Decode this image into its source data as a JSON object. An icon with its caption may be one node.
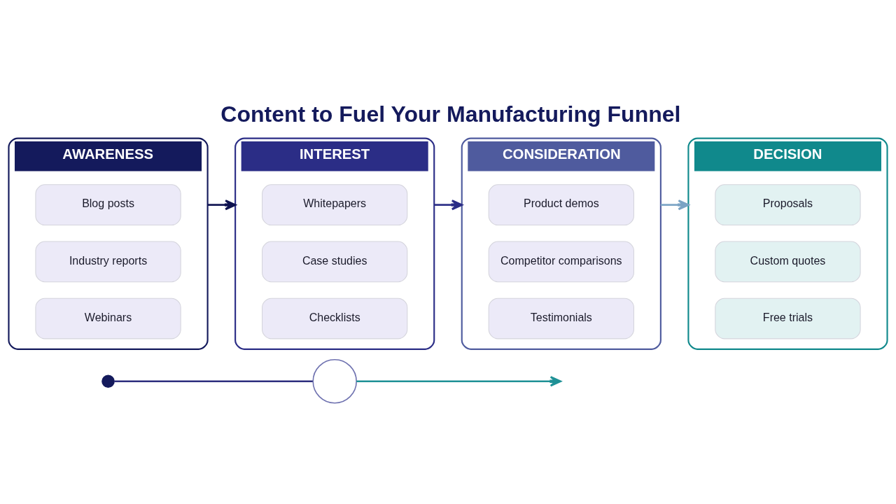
{
  "diagram": {
    "title": "Content to Fuel Your Manufacturing Funnel",
    "nodes": [
      {
        "text": [
          "AWARENESS"
        ]
      },
      {
        "text": [
          "Blog posts"
        ],
        "in": 0
      },
      {
        "text": [
          "Industry reports"
        ],
        "in": 0
      },
      {
        "text": [
          "Webinars"
        ],
        "in": 0
      },
      {
        "text": [
          "INTEREST"
        ]
      },
      {
        "text": [
          "Whitepapers"
        ],
        "in": 4
      },
      {
        "text": [
          "Case studies"
        ],
        "in": 4
      },
      {
        "text": [
          "Checklists"
        ],
        "in": 4
      },
      {
        "text": [
          "CONSIDERATION"
        ]
      },
      {
        "text": [
          "Product demos"
        ],
        "in": 8
      },
      {
        "text": [
          "Competitor comparisons"
        ],
        "in": 8
      },
      {
        "text": [
          "Testimonials"
        ],
        "in": 8
      },
      {
        "text": [
          "DECISION"
        ]
      },
      {
        "text": [
          "Proposals"
        ],
        "in": 12
      },
      {
        "text": [
          "Custom quotes"
        ],
        "in": 12
      },
      {
        "text": [
          "Free trials"
        ],
        "in": 12
      },
      {
        "text": [],
        "shape": "circle"
      },
      {
        "text": [],
        "shape": "circle"
      }
    ],
    "edges": [
      {
        "from": 0,
        "to": 4,
        "arrow": "to",
        "color": "#0e1250"
      },
      {
        "from": 4,
        "to": 8,
        "arrow": "to",
        "color": "#2b2d86"
      },
      {
        "from": 8,
        "to": 12,
        "arrow": "to",
        "color": "#7aa3c4"
      },
      {
        "from": 16,
        "to": 17,
        "arrow": "none",
        "color": "#2e2f7e"
      },
      {
        "from": 17,
        "to": null,
        "arrow": "to",
        "color": "#1f9196"
      }
    ]
  }
}
